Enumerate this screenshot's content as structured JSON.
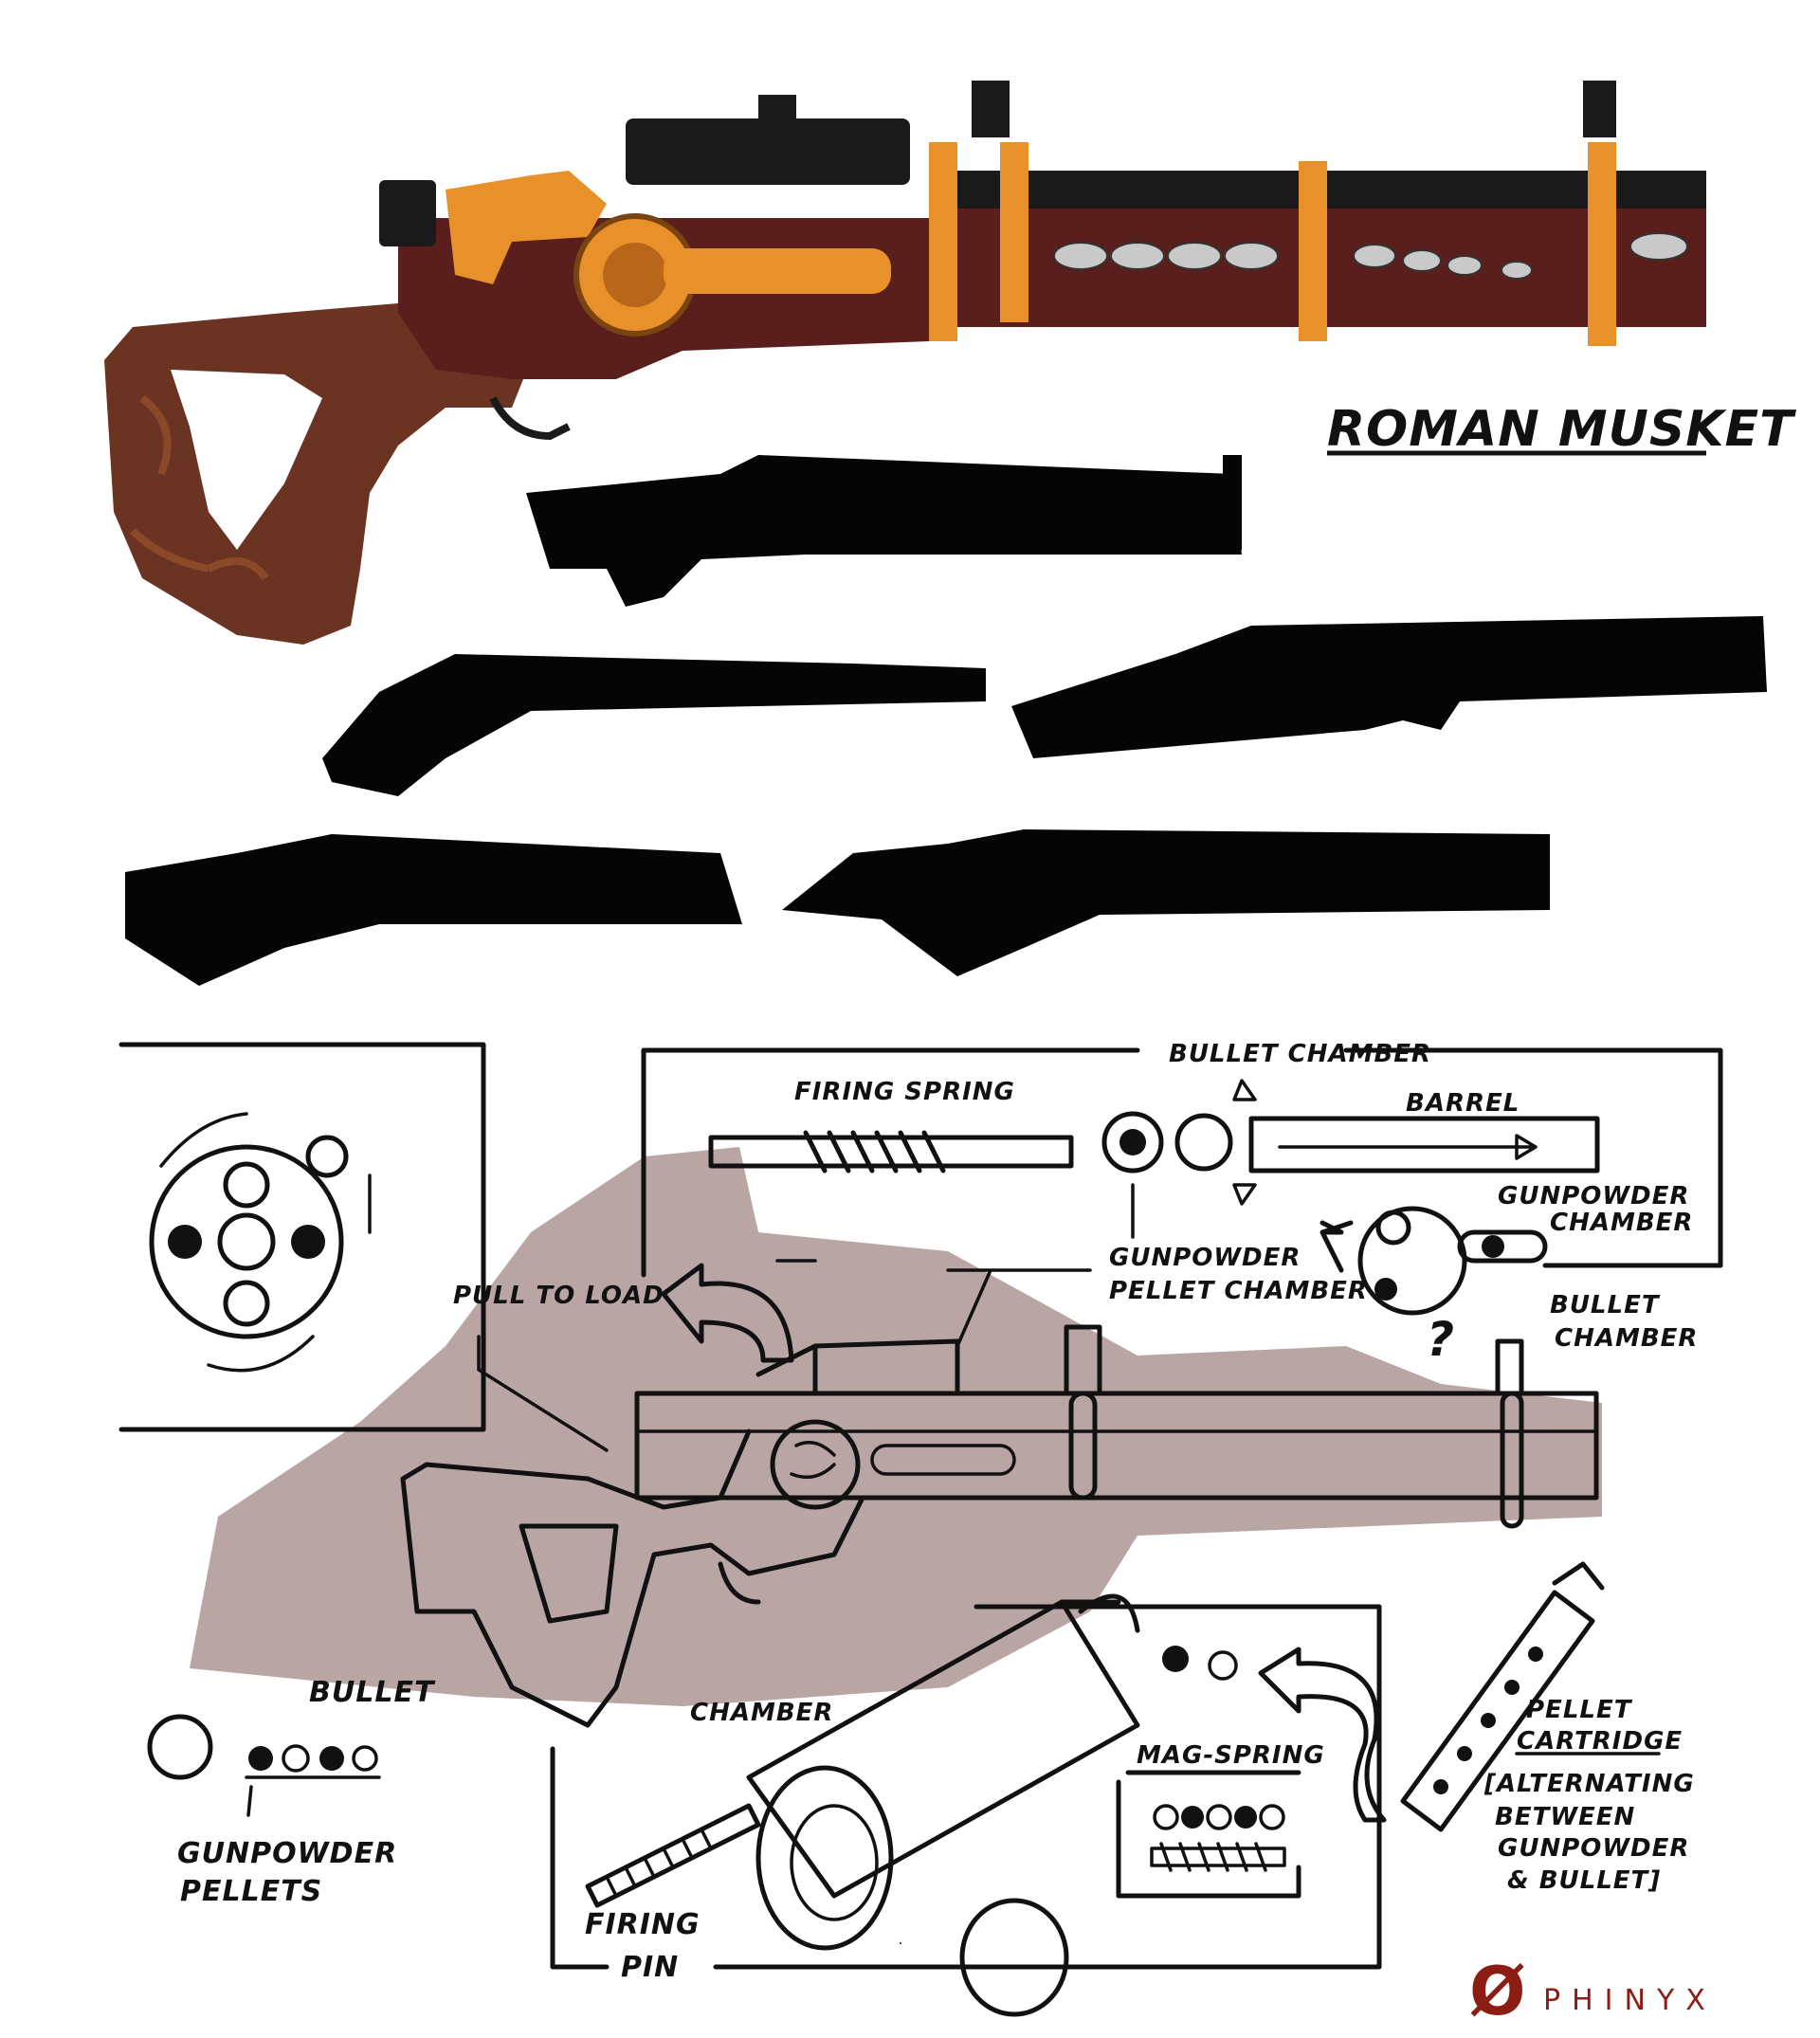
{
  "title": "ROMAN MUSKET",
  "labels": {
    "firing_spring": "FIRING SPRING",
    "bullet_chamber_top": "BULLET CHAMBER",
    "barrel": "BARREL",
    "gunpowder_pellet_chamber_1": "GUNPOWDER",
    "gunpowder_pellet_chamber_2": "PELLET CHAMBER",
    "gunpowder_chamber_1": "GUNPOWDER",
    "gunpowder_chamber_2": "CHAMBER",
    "bullet_chamber_1": "BULLET",
    "bullet_chamber_2": "CHAMBER",
    "question": "?",
    "pull_to_load": "PULL TO LOAD",
    "bullet": "BULLET",
    "gunpowder_pellets_1": "GUNPOWDER",
    "gunpowder_pellets_2": "PELLETS",
    "chamber": "CHAMBER",
    "mag_spring": "MAG-SPRING",
    "pellet_cartridge_1": "PELLET",
    "pellet_cartridge_2": "CARTRIDGE",
    "alternating_1": "[ALTERNATING",
    "alternating_2": "BETWEEN",
    "alternating_3": "GUNPOWDER",
    "alternating_4": "& BULLET]",
    "firing_pin_1": "FIRING",
    "firing_pin_2": "PIN"
  },
  "signature": {
    "symbol": "Ø",
    "text": "PHINYX"
  },
  "colors": {
    "wood": "#5a1e1c",
    "stock": "#6b3322",
    "brass": "#e8912a",
    "steel": "#1a1a1a",
    "shadow": "#b9a6a4",
    "signature": "#8b1d14"
  }
}
